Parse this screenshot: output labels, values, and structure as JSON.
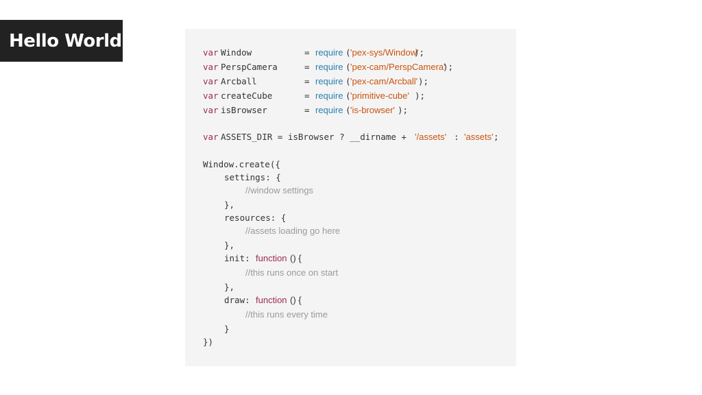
{
  "header": {
    "title": "Hello World"
  },
  "code": {
    "requires": [
      {
        "kw": "var",
        "name": "Window",
        "eq": "=",
        "fn": "require",
        "arg": "'pex-sys/Window'",
        "end": ");"
      },
      {
        "kw": "var",
        "name": "PerspCamera",
        "eq": "=",
        "fn": "require",
        "arg": "'pex-cam/PerspCamera'",
        "end": ");"
      },
      {
        "kw": "var",
        "name": "Arcball",
        "eq": "=",
        "fn": "require",
        "arg": "'pex-cam/Arcball'",
        "end": ");"
      },
      {
        "kw": "var",
        "name": "createCube",
        "eq": "=",
        "fn": "require",
        "arg": "'primitive-cube'",
        "end": ");"
      },
      {
        "kw": "var",
        "name": "isBrowser",
        "eq": "=",
        "fn": "require",
        "arg": "'is-browser'",
        "end": ");"
      }
    ],
    "assets": {
      "kw": "var",
      "expr": "ASSETS_DIR = isBrowser ? __dirname +",
      "str1": "'/assets'",
      "colon": ":",
      "str2": "'assets'",
      "end": ";"
    },
    "create_open": "Window.create({",
    "settings_open": "settings: {",
    "settings_comment": "//window settings",
    "close_block": "},",
    "resources_open": "resources: {",
    "resources_comment": "//assets loading go here",
    "init_label": "init:",
    "function_kw": "function",
    "fn_sig": "() {",
    "init_comment": "//this runs once on start",
    "draw_label": "draw:",
    "draw_comment": "//this runs every time",
    "close_brace": "}",
    "create_close": "})"
  }
}
